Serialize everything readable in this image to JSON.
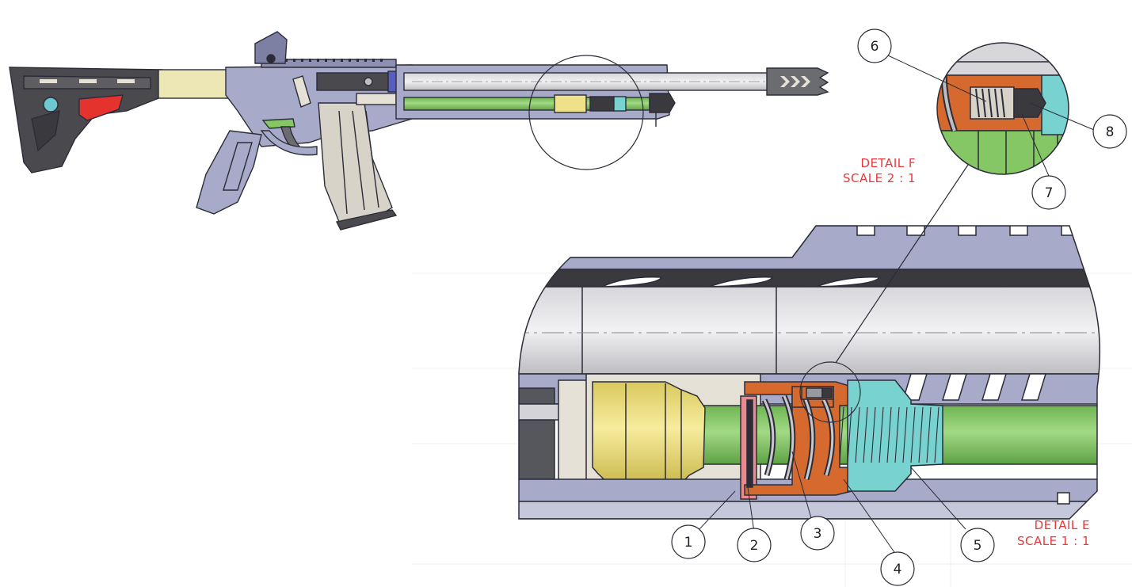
{
  "colors": {
    "frame": "#a7aac8",
    "frame_dark": "#7d80a2",
    "outline": "#2c2c38",
    "barrel": "#c9c9cd",
    "barrel_light": "#e4e4e8",
    "buffer_tube": "#ece7b4",
    "stock": "#4a4a4e",
    "red_part": "#e4322e",
    "green_part": "#84c764",
    "green_light": "#a9dd8b",
    "yellow_part": "#efe08a",
    "orange_part": "#d66a2e",
    "cyan_part": "#78d3d0",
    "pink_part": "#e88a8e",
    "label_red": "#e8383a",
    "cream": "#e6e1d6"
  },
  "detail_f": {
    "title": "DETAIL F",
    "scale": "SCALE 2 : 1"
  },
  "detail_e": {
    "title": "DETAIL E",
    "scale": "SCALE 1 : 1"
  },
  "balloons": [
    {
      "id": "1",
      "label": "1"
    },
    {
      "id": "2",
      "label": "2"
    },
    {
      "id": "3",
      "label": "3"
    },
    {
      "id": "4",
      "label": "4"
    },
    {
      "id": "5",
      "label": "5"
    },
    {
      "id": "6",
      "label": "6"
    },
    {
      "id": "7",
      "label": "7"
    },
    {
      "id": "8",
      "label": "8"
    }
  ]
}
